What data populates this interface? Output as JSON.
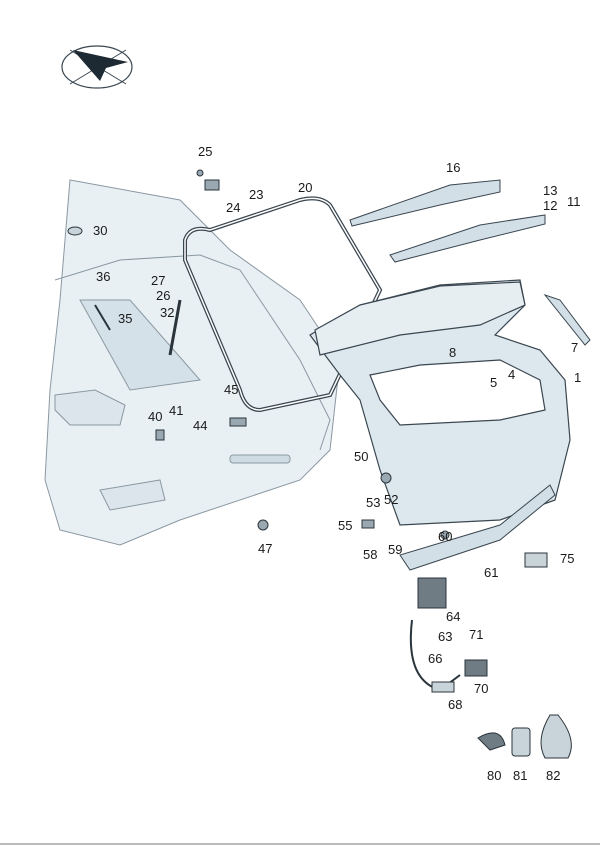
{
  "diagram": {
    "labels": [
      "25",
      "23",
      "24",
      "20",
      "16",
      "13",
      "12",
      "11",
      "30",
      "27",
      "26",
      "36",
      "35",
      "32",
      "7",
      "8",
      "4",
      "5",
      "1",
      "45",
      "40",
      "41",
      "44",
      "50",
      "53",
      "52",
      "55",
      "47",
      "60",
      "59",
      "58",
      "61",
      "75",
      "64",
      "63",
      "71",
      "66",
      "70",
      "68",
      "80",
      "81",
      "82"
    ]
  },
  "colors": {
    "part_fill": "#dde8ee",
    "line": "#3a4650",
    "body_line": "#8a98a2"
  }
}
